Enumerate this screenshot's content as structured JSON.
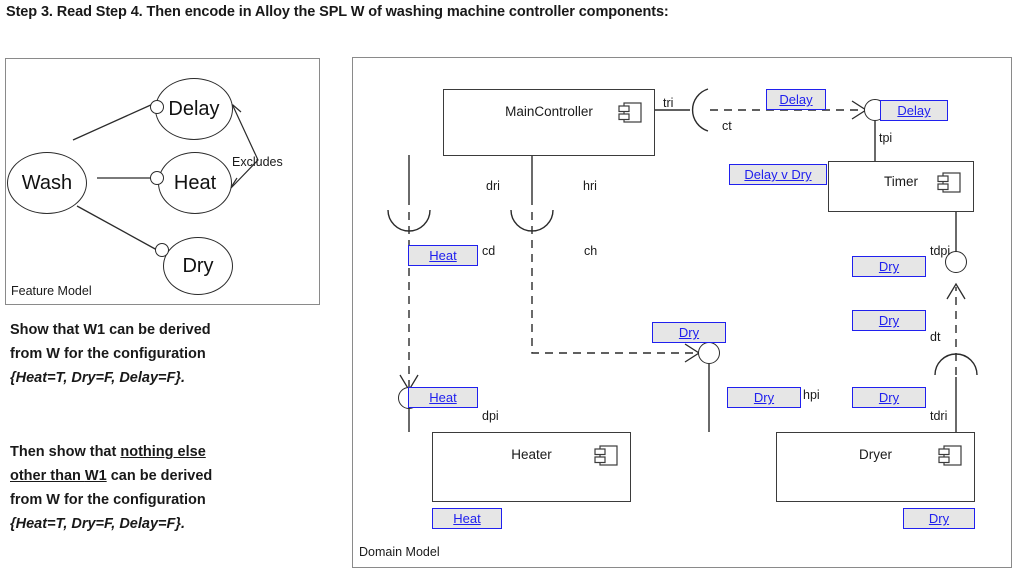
{
  "heading": {
    "prefix": "Step 3. Read Step 4. Then encode in Alloy the SPL ",
    "bold": "W",
    "suffix": " of washing machine controller components:"
  },
  "feature_model": {
    "caption": "Feature Model",
    "nodes": [
      {
        "id": "wash",
        "label": "Wash"
      },
      {
        "id": "delay",
        "label": "Delay"
      },
      {
        "id": "heat",
        "label": "Heat"
      },
      {
        "id": "dry",
        "label": "Dry"
      }
    ],
    "constraint_label": "Excludes",
    "optional_marker": "hollow-circle"
  },
  "body": {
    "para1": {
      "l1_a": "Show that ",
      "l1_b": "W1",
      "l1_c": " can be derived",
      "l2_a": "from ",
      "l2_b": "W",
      "l2_c": " for the configuration",
      "l3": "{Heat=T, Dry=F, Delay=F}."
    },
    "para2": {
      "l1_a": "Then show that ",
      "l1_u": "nothing else",
      "l2_u1": "other than ",
      "l2_b": "W1",
      "l2_c": " can be derived",
      "l3_a": "from ",
      "l3_b": "W",
      "l3_c": " for the configuration",
      "l4": "{Heat=T, Dry=F, Delay=F}."
    }
  },
  "domain_model": {
    "caption": "Domain Model",
    "components": [
      {
        "id": "maincontroller",
        "name": "MainController"
      },
      {
        "id": "timer",
        "name": "Timer"
      },
      {
        "id": "heater",
        "name": "Heater"
      },
      {
        "id": "dryer",
        "name": "Dryer"
      }
    ],
    "connector_labels": [
      {
        "id": "tri",
        "text": "tri"
      },
      {
        "id": "ct",
        "text": "ct"
      },
      {
        "id": "tpi",
        "text": "tpi"
      },
      {
        "id": "dri",
        "text": "dri"
      },
      {
        "id": "hri",
        "text": "hri"
      },
      {
        "id": "cd",
        "text": "cd"
      },
      {
        "id": "ch",
        "text": "ch"
      },
      {
        "id": "dpi",
        "text": "dpi"
      },
      {
        "id": "hpi",
        "text": "hpi"
      },
      {
        "id": "tdpi",
        "text": "tdpi"
      },
      {
        "id": "dt",
        "text": "dt"
      },
      {
        "id": "tdri",
        "text": "tdri"
      }
    ],
    "annotations": [
      {
        "id": "ann-delay-ct",
        "text": "Delay"
      },
      {
        "id": "ann-delay-port",
        "text": "Delay"
      },
      {
        "id": "ann-delay-or-dry",
        "text": "Delay v Dry"
      },
      {
        "id": "ann-heat-cd",
        "text": "Heat"
      },
      {
        "id": "ann-heat-dpi",
        "text": "Heat"
      },
      {
        "id": "ann-heat-heater",
        "text": "Heat"
      },
      {
        "id": "ann-dry-hpi-conn",
        "text": "Dry"
      },
      {
        "id": "ann-dry-hpi",
        "text": "Dry"
      },
      {
        "id": "ann-dry-tdpi",
        "text": "Dry"
      },
      {
        "id": "ann-dry-dt",
        "text": "Dry"
      },
      {
        "id": "ann-dry-tdri",
        "text": "Dry"
      },
      {
        "id": "ann-dry-dryer",
        "text": "Dry"
      }
    ]
  },
  "colors": {
    "annotation_text": "#2020ee",
    "annotation_fill": "#e6e6e6",
    "annotation_border": "#2020ee",
    "panel_border": "#8a8a8a",
    "stroke": "#2b2b2b"
  }
}
